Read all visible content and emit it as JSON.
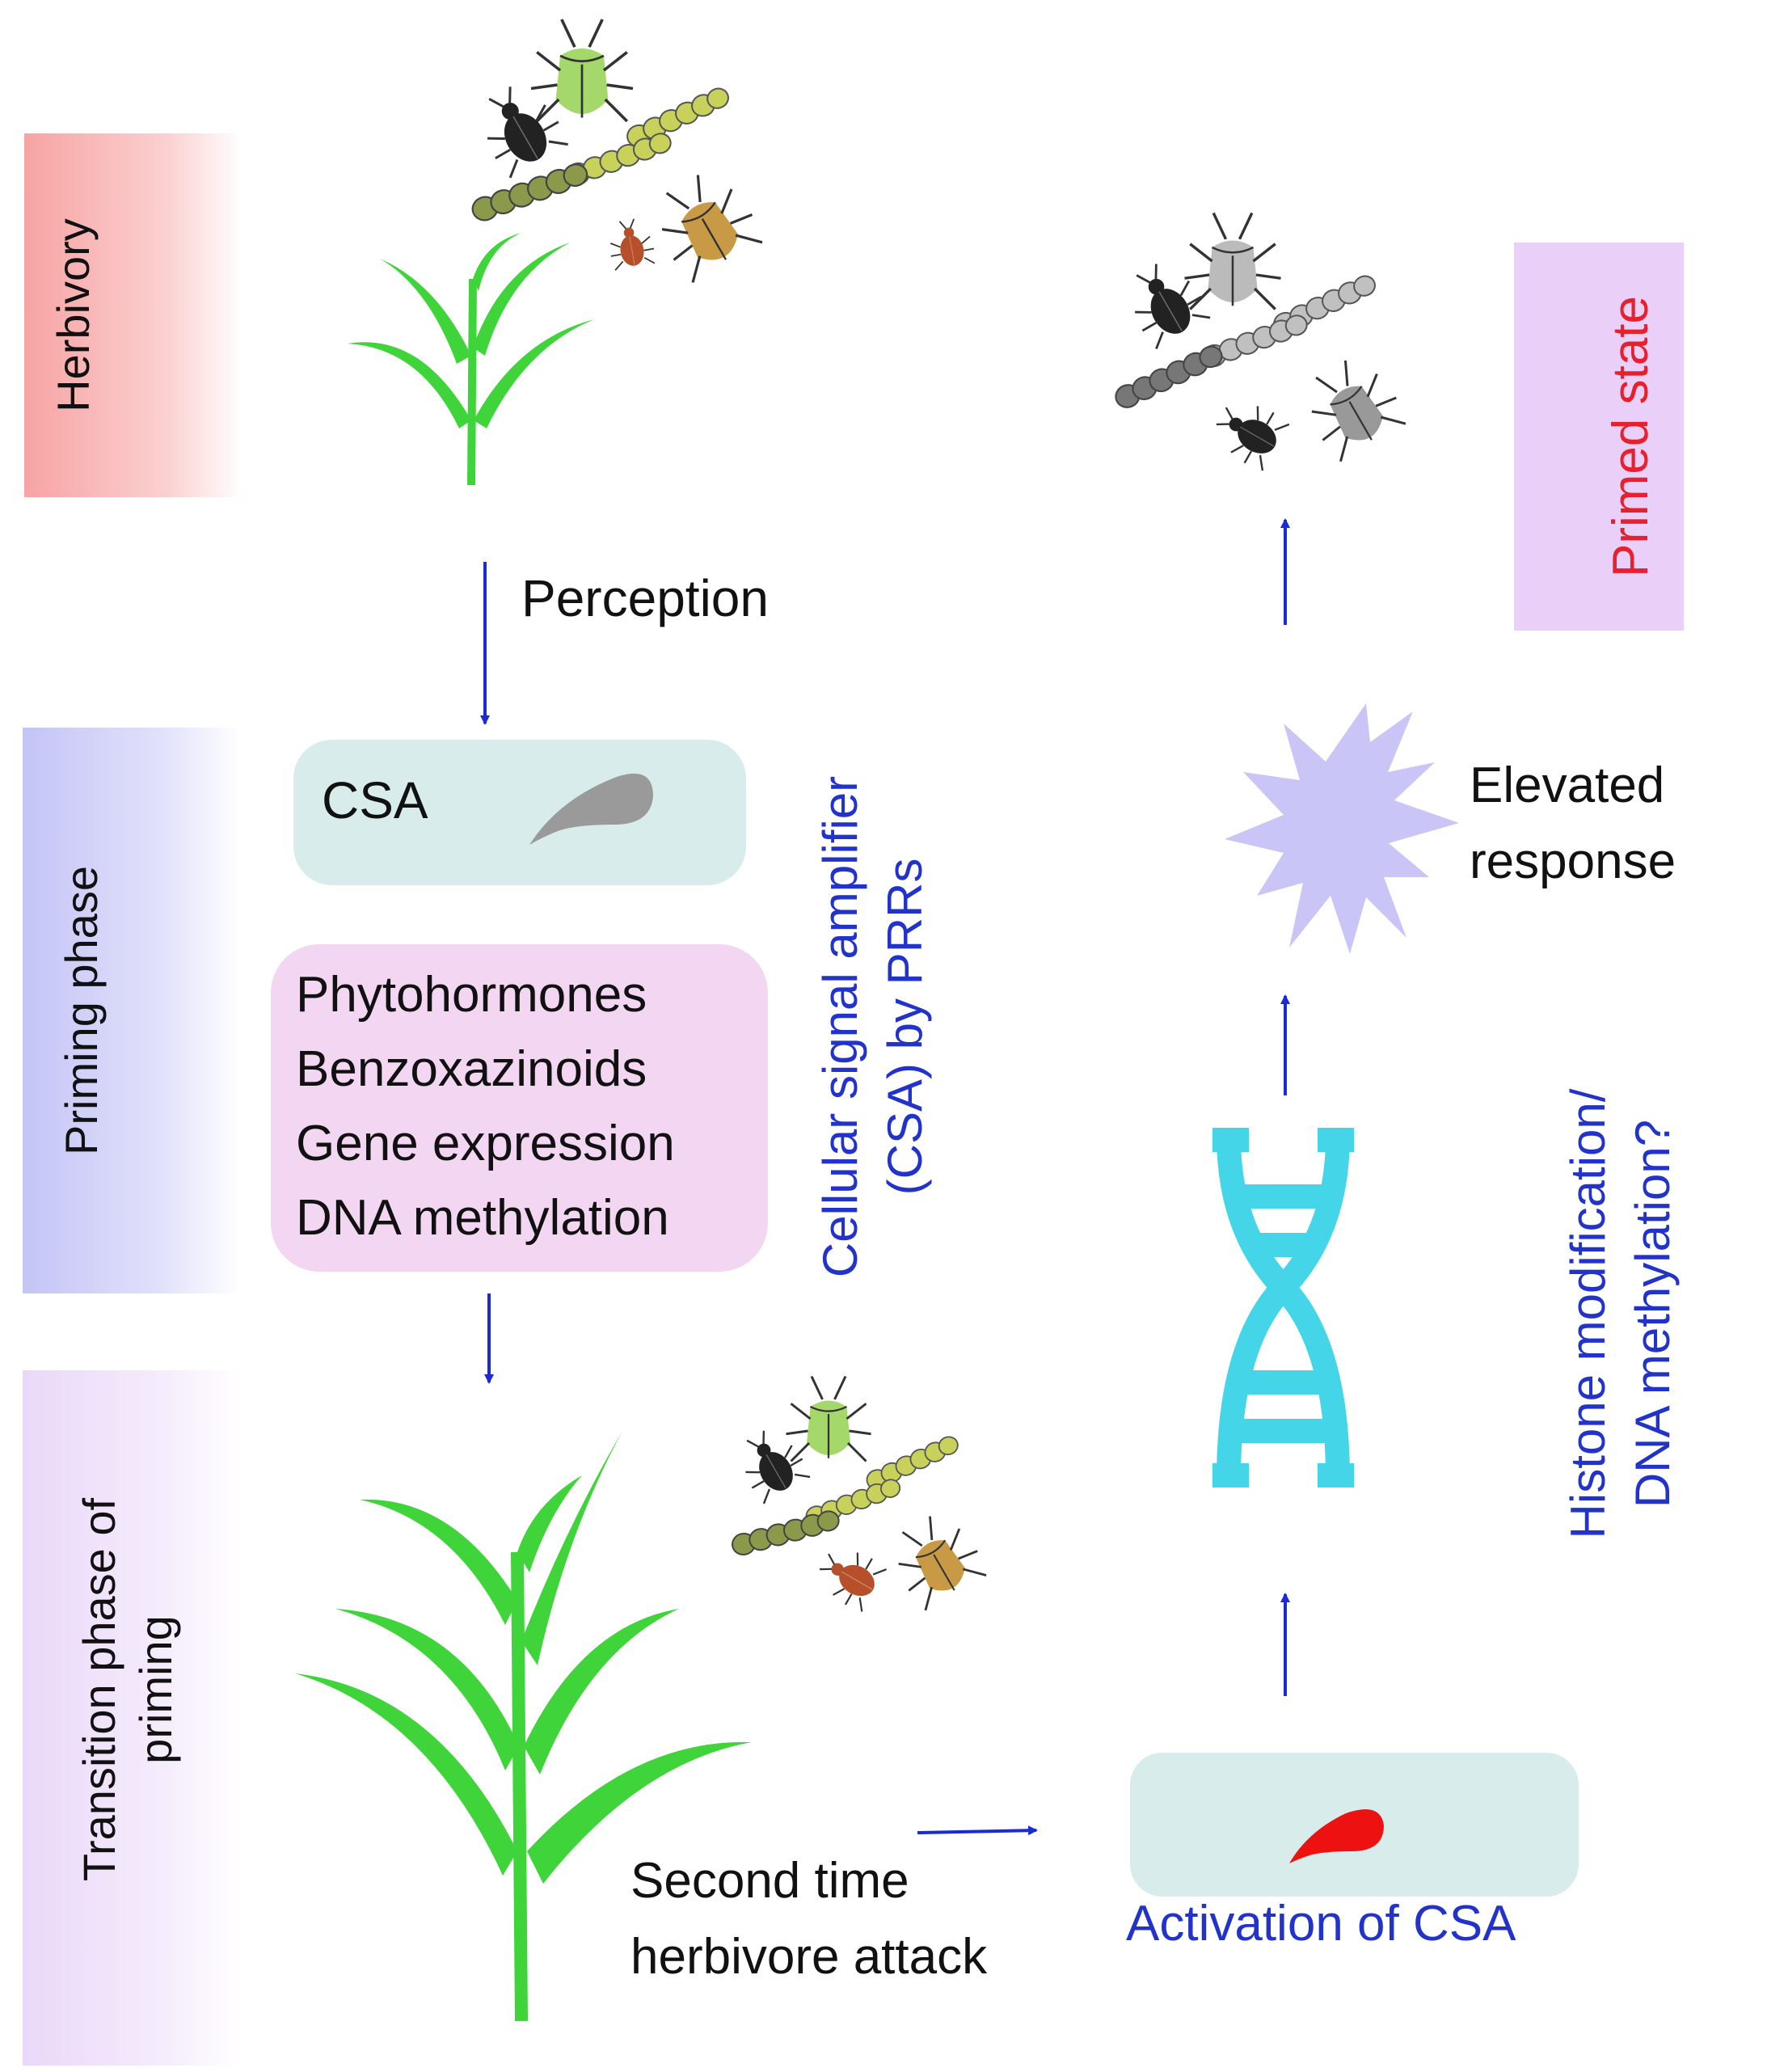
{
  "phases": {
    "herbivory": "Herbivory",
    "priming_phase": "Priming phase",
    "transition_line1": "Transition phase of",
    "transition_line2": "priming",
    "primed_state": "Primed state"
  },
  "labels": {
    "perception": "Perception",
    "csa_box": "CSA",
    "csa_note_line1": "Cellular signal amplifier",
    "csa_note_line2": "(CSA) by PRRs",
    "elevated_line1": "Elevated",
    "elevated_line2": "response",
    "histone_line1": "Histone modification/",
    "histone_line2": "DNA methylation?",
    "second_line1": "Second time",
    "second_line2": "herbivore attack",
    "activation": "Activation of CSA"
  },
  "priming_list": [
    "Phytohormones",
    "Benzoxazinoids",
    "Gene expression",
    "DNA methylation"
  ],
  "colors": {
    "arrow_blue": "#1a2bd6",
    "note_blue": "#2233cc",
    "plant_green": "#3fd43a",
    "csa_box": "#d8ecec",
    "list_box": "#f3d6f2",
    "starburst": "#c9c5f6",
    "dna": "#44d6e8",
    "primed_text": "#e8202e",
    "herbivory_panel": "#f7a3a3",
    "priming_panel": "#c4c4f6",
    "transition_panel": "#ead8f8",
    "primed_panel": "#ead0f8"
  },
  "icons": [
    "insect-cluster-icon",
    "plant-icon",
    "leaf-drop-icon",
    "starburst-icon",
    "dna-helix-icon"
  ]
}
